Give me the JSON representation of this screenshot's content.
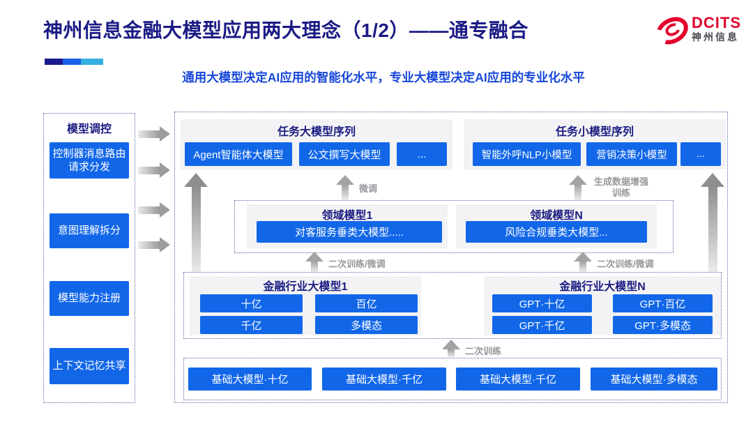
{
  "page": {
    "title": "神州信息金融大模型应用两大理念（1/2）——通专融合",
    "subtitle": "通用大模型决定AI应用的智能化水平，专业大模型决定AI应用的专业化水平",
    "logo": {
      "brand": "DCITS",
      "brand_cn": "神州信息"
    },
    "colors": {
      "accent_blue": "#1267e8",
      "navy": "#1a1a85",
      "logo_red": "#e3002b",
      "label_gray": "#97979c",
      "deco": [
        "#1a1a8c",
        "#1b5de6",
        "#35aee0"
      ]
    }
  },
  "sidebar": {
    "title": "模型调控",
    "items": [
      {
        "label": "控制器消息路由请求分发"
      },
      {
        "label": "意图理解拆分"
      },
      {
        "label": "模型能力注册"
      },
      {
        "label": "上下文记忆共享"
      }
    ]
  },
  "main": {
    "task_large": {
      "title": "任务大模型序列",
      "items": [
        "Agent智能体大模型",
        "公文撰写大模型",
        "..."
      ]
    },
    "task_small": {
      "title": "任务小模型序列",
      "items": [
        "智能外呼NLP小模型",
        "营销决策小模型",
        "..."
      ]
    },
    "domain": {
      "groups": [
        {
          "title": "领域模型1",
          "item": "对客服务垂类大模型....."
        },
        {
          "title": "领域模型N",
          "item": "风险合规垂类大模型..."
        }
      ]
    },
    "industry": {
      "groups": [
        {
          "title": "金融行业大模型1",
          "items": [
            "十亿",
            "百亿",
            "千亿",
            "多模态"
          ]
        },
        {
          "title": "金融行业大模型N",
          "items": [
            "GPT·十亿",
            "GPT·百亿",
            "GPT·千亿",
            "GPT·多模态"
          ]
        }
      ]
    },
    "base": {
      "items": [
        "基础大模型·十亿",
        "基础大模型·千亿",
        "基础大模型·千亿",
        "基础大模型·多模态"
      ]
    },
    "labels": {
      "fine_tune": "微调",
      "gen_data": "生成数据增强训练",
      "secondary_left": "二次训练/微调",
      "secondary_right": "二次训练/微调",
      "secondary_bottom": "二次训练"
    }
  }
}
